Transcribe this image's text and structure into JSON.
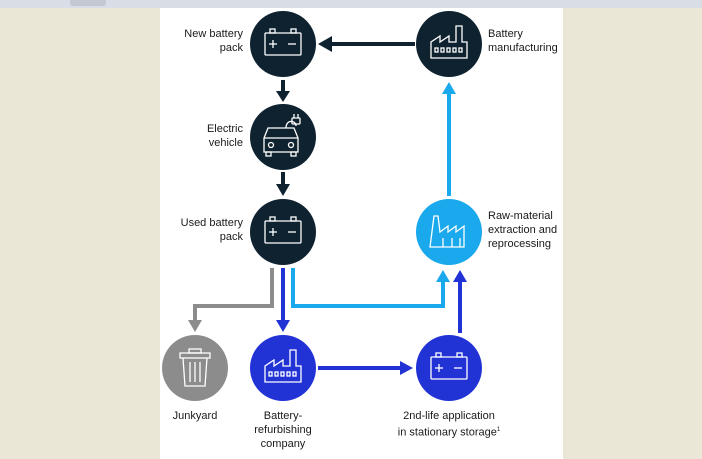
{
  "colors": {
    "navy": "#0f2230",
    "sky": "#19a9ec",
    "blue": "#2233d6",
    "gray": "#8c8c8c",
    "icon_line": "#ffffff",
    "panel_bg": "#ffffff",
    "page_bg": "#ebe7d7"
  },
  "nodes": {
    "new_battery_pack": {
      "label": "New battery\npack",
      "icon": "battery-icon"
    },
    "battery_manufacturing": {
      "label": "Battery\nmanufacturing",
      "icon": "factory-icon"
    },
    "electric_vehicle": {
      "label": "Electric\nvehicle",
      "icon": "electric-car-icon"
    },
    "used_battery_pack": {
      "label": "Used battery\npack",
      "icon": "battery-icon"
    },
    "raw_material": {
      "label": "Raw-material\nextraction and\nreprocessing",
      "icon": "factory-icon"
    },
    "junkyard": {
      "label": "Junkyard",
      "icon": "trash-can-icon"
    },
    "refurbishing": {
      "label": "Battery-\nrefurbishing\ncompany",
      "icon": "factory-icon"
    },
    "second_life": {
      "label": "2nd-life application\nin stationary storage",
      "footnote_mark": "1",
      "icon": "battery-icon"
    }
  }
}
